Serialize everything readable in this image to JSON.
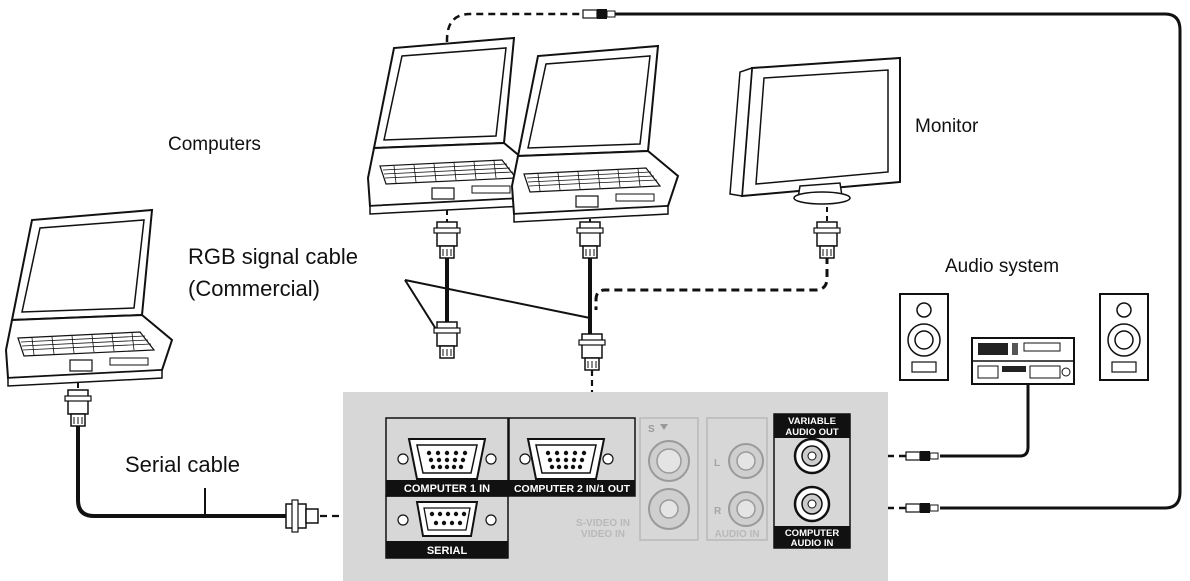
{
  "labels": {
    "computers": "Computers",
    "monitor": "Monitor",
    "audio_system": "Audio system",
    "rgb_cable_line1": "RGB signal cable",
    "rgb_cable_line2": "(Commercial)",
    "serial_cable": "Serial cable"
  },
  "panel": {
    "computer1_in": "COMPUTER 1 IN",
    "computer2_in_out": "COMPUTER 2 IN/1 OUT",
    "serial": "SERIAL",
    "svideo_in": "S-VIDEO IN",
    "video_in": "VIDEO IN",
    "s_mark": "S",
    "audio_in": "AUDIO IN",
    "audio_l": "L",
    "audio_r": "R",
    "variable": "VARIABLE",
    "audio_out": "AUDIO OUT",
    "computer_audio": "COMPUTER",
    "audio_in_2": "AUDIO IN"
  },
  "colors": {
    "panel_bg": "#d7d7d7",
    "line": "#111111",
    "faded_port_text": "#b9b9b9"
  }
}
